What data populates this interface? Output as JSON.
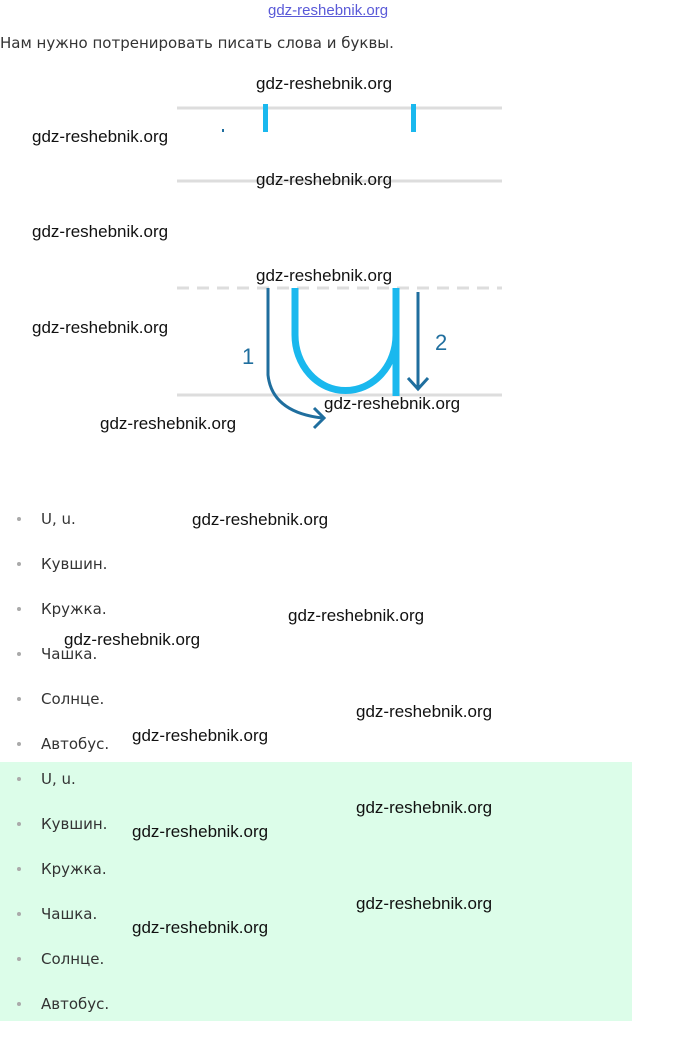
{
  "header": {
    "site_link": "gdz-reshebnik.org"
  },
  "intro": "Нам нужно потренировать писать слова и буквы.",
  "diagram": {
    "stroke_labels": [
      "1",
      "2"
    ],
    "colors": {
      "letter": "#1ab8ee",
      "arrow": "#1f6e9e",
      "line": "#dddddd"
    }
  },
  "list_plain": [
    "U, u.",
    "Кувшин.",
    "Кружка.",
    "Чашка.",
    "Солнце.",
    "Автобус."
  ],
  "list_highlighted": [
    "U, u.",
    "Кувшин.",
    "Кружка.",
    "Чашка.",
    "Солнце.",
    "Автобус."
  ],
  "watermark": "gdz-reshebnik.org"
}
